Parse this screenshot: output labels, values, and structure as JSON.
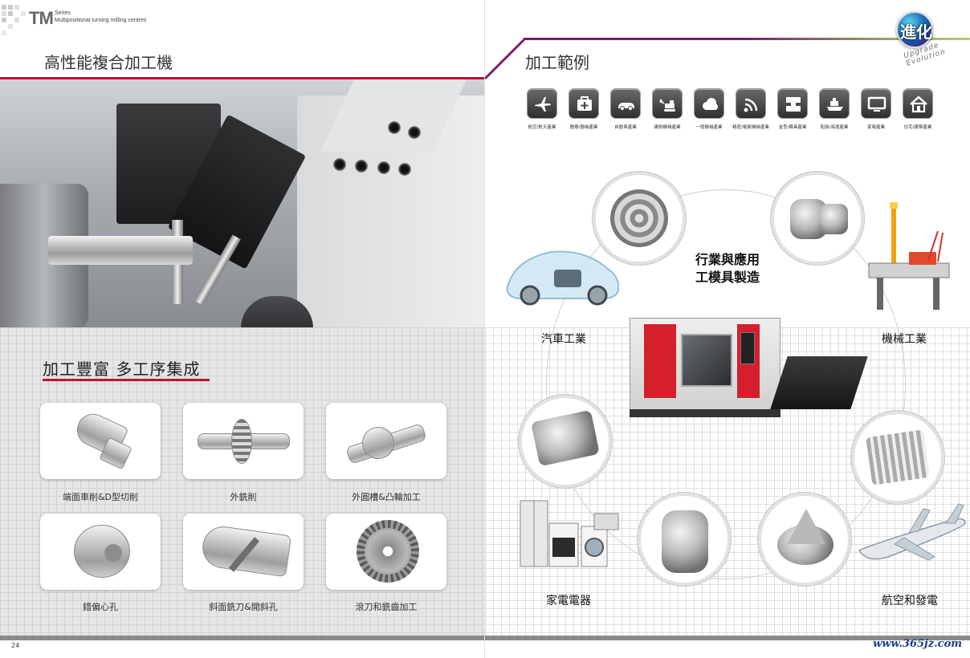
{
  "left": {
    "series": {
      "name": "TM",
      "line1": "Series",
      "line2": "Multipositional turning milling centres"
    },
    "title": "高性能複合加工機",
    "section_title": "加工豐富 多工序集成",
    "operations": [
      {
        "label": "端面車削&D型切削"
      },
      {
        "label": "外銑削"
      },
      {
        "label": "外圓槽&凸輪加工"
      },
      {
        "label": "錯偏心孔"
      },
      {
        "label": "斜面銑刀&開斜孔"
      },
      {
        "label": "滾刀和銑齒加工"
      }
    ],
    "page_number": "24"
  },
  "right": {
    "title": "加工範例",
    "badge": {
      "text": "進化",
      "ring": "Upgrade Evolution"
    },
    "industries": [
      {
        "label": "航空/航天產業",
        "icon": "airplane-icon"
      },
      {
        "label": "醫療/器械產業",
        "icon": "medical-case-icon"
      },
      {
        "label": "自動車產業",
        "icon": "car-icon"
      },
      {
        "label": "建設機械產業",
        "icon": "excavator-icon"
      },
      {
        "label": "一般機械產業",
        "icon": "cloud-machine-icon"
      },
      {
        "label": "精密/電氣機械產業",
        "icon": "signal-icon"
      },
      {
        "label": "金型/模具產業",
        "icon": "mold-icon"
      },
      {
        "label": "船舶/海運產業",
        "icon": "ship-icon"
      },
      {
        "label": "家電產業",
        "icon": "monitor-icon"
      },
      {
        "label": "住宅/建築產業",
        "icon": "house-icon"
      }
    ],
    "center_title": [
      "行業與應用",
      "工模具製造"
    ],
    "sectors": {
      "automotive": "汽車工業",
      "machinery": "機械工業",
      "appliance": "家電電器",
      "aerospace": "航空和發電"
    },
    "website": "www.365jz.com",
    "colors": {
      "accent_red": "#c8102e",
      "accent_purple": "#7a1e6f",
      "accent_green": "#9ab35a"
    }
  }
}
